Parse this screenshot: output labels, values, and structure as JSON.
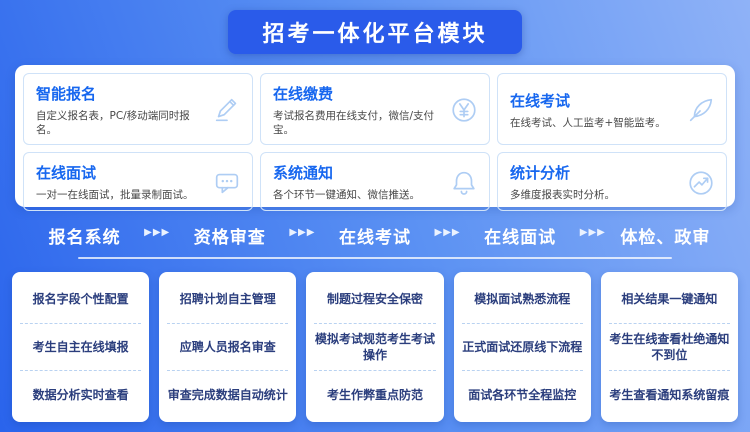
{
  "title": "招考一体化平台模块",
  "flow_arrow": "▶▶▶",
  "features": [
    {
      "title": "智能报名",
      "desc": "自定义报名表，PC/移动端同时报名。",
      "icon": "pencil-icon"
    },
    {
      "title": "在线缴费",
      "desc": "考试报名费用在线支付，微信/支付宝。",
      "icon": "yen-coin-icon"
    },
    {
      "title": "在线考试",
      "desc": "在线考试、人工监考+智能监考。",
      "icon": "quill-pen-icon"
    },
    {
      "title": "在线面试",
      "desc": "一对一在线面试，批量录制面试。",
      "icon": "chat-bubble-icon"
    },
    {
      "title": "系统通知",
      "desc": "各个环节一键通知、微信推送。",
      "icon": "bell-icon"
    },
    {
      "title": "统计分析",
      "desc": "多维度报表实时分析。",
      "icon": "trend-chart-icon"
    }
  ],
  "stages": [
    {
      "label": "报名系统",
      "items": [
        "报名字段个性配置",
        "考生自主在线填报",
        "数据分析实时查看"
      ]
    },
    {
      "label": "资格审查",
      "items": [
        "招聘计划自主管理",
        "应聘人员报名审查",
        "审查完成数据自动统计"
      ]
    },
    {
      "label": "在线考试",
      "items": [
        "制题过程安全保密",
        "模拟考试规范考生考试操作",
        "考生作弊重点防范"
      ]
    },
    {
      "label": "在线面试",
      "items": [
        "模拟面试熟悉流程",
        "正式面试还原线下流程",
        "面试各环节全程监控"
      ]
    },
    {
      "label": "体检、政审",
      "items": [
        "相关结果一键通知",
        "考生在线查看杜绝通知不到位",
        "考生查看通知系统留痕"
      ]
    }
  ],
  "colors": {
    "background_start": "#2a64ec",
    "background_end": "#8fb2f7",
    "banner_blue": "#2a5bea",
    "accent_blue": "#1767ef",
    "card_text_navy": "#2b3e7d",
    "icon_light_blue": "#aecdf4"
  }
}
